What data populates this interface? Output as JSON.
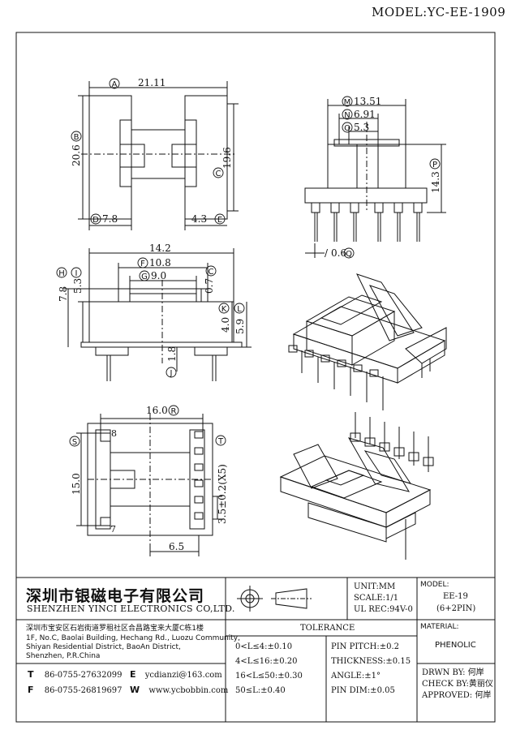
{
  "header": {
    "model": "MODEL:YC-EE-1909"
  },
  "dims": {
    "front": {
      "A": "21.11",
      "B": "20.6",
      "C": "19.6",
      "D": "7.8",
      "E": "4.3"
    },
    "side": {
      "M": "13.51",
      "N": "6.91",
      "O": "5.3",
      "P": "14.3",
      "Q": "0.6"
    },
    "top": {
      "F": "14.2",
      "G": "10.8",
      "H": "9.0",
      "I": "7.8",
      "J": "5.3",
      "K": "0.7",
      "L": "4.0",
      "M2": "5.9",
      "N2": "1.8"
    },
    "bottom": {
      "R": "16.0",
      "S": "15.0",
      "T": "3.5±0.2(X5)",
      "U": "6.5",
      "pin8": "8",
      "pin7": "7"
    },
    "labels": {
      "A": "A",
      "B": "B",
      "C": "C",
      "D": "D",
      "E": "E",
      "F": "F",
      "G": "G",
      "H": "H",
      "I": "I",
      "J": "J",
      "K": "K",
      "L": "L",
      "M": "M",
      "N": "N",
      "O": "O",
      "P": "P",
      "Q": "Q",
      "R": "R",
      "S": "S",
      "T": "T",
      "slash": "/"
    }
  },
  "title_block": {
    "company_cn": "深圳市银磁电子有限公司",
    "company_en": "SHENZHEN YINCI ELECTRONICS CO,LTD.",
    "address_cn": "深圳市宝安区石岩街道罗租社区合昌路宝来大厦C栋1楼",
    "address_en_1": "1F, No.C, Baolai Building, Hechang Rd., Luozu Community,",
    "address_en_2": "Shiyan Residential District, BaoAn District,",
    "address_en_3": "Shenzhen, P.R.China",
    "tel_key": "T",
    "tel": "86-0755-27632099",
    "fax_key": "F",
    "fax": "86-0755-26819697",
    "email_key": "E",
    "email": "ycdianzi@163.com",
    "web_key": "W",
    "web": "www.ycbobbin.com",
    "unit": "UNIT:MM",
    "scale": "SCALE:1/1",
    "ul": "UL REC:94V-0",
    "model_label": "MODEL:",
    "model_value": "EE-19",
    "model_pins": "(6+2PIN)",
    "tolerance_title": "TOLERANCE",
    "tol": [
      "0<L≤4:±0.10",
      "4<L≤16:±0.20",
      "16<L≤50:±0.30",
      "50≤L:±0.40"
    ],
    "tol2": [
      "PIN PITCH:±0.2",
      "THICKNESS:±0.15",
      "ANGLE:±1°",
      "PIN DIM:±0.05"
    ],
    "material_label": "MATERIAL:",
    "material": "PHENOLIC",
    "drawn": "DRWN BY: 何岸",
    "check": "CHECK BY:黄丽仪",
    "approved": "APPROVED: 何岸"
  }
}
